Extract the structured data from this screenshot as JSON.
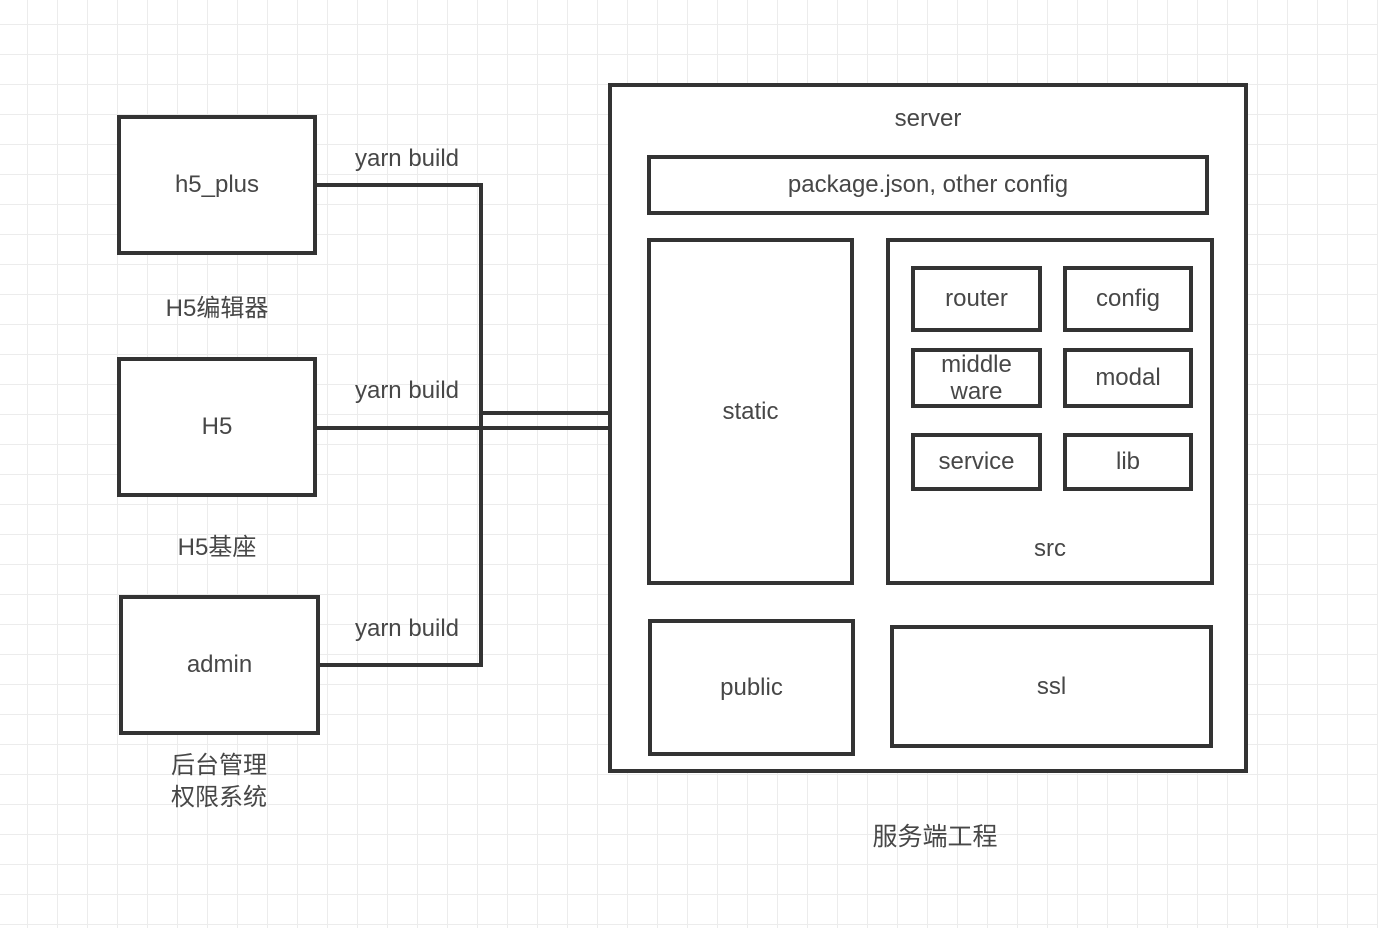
{
  "clients": {
    "h5_plus": {
      "label": "h5_plus",
      "caption": "H5编辑器",
      "edge_label": "yarn build"
    },
    "h5": {
      "label": "H5",
      "caption": "H5基座",
      "edge_label": "yarn build"
    },
    "admin": {
      "label": "admin",
      "caption": "后台管理\n权限系统",
      "edge_label": "yarn build"
    }
  },
  "server": {
    "title": "server",
    "package_box_label": "package.json, other config",
    "static_label": "static",
    "src": {
      "label": "src",
      "router": "router",
      "config": "config",
      "middleware": "middle ware",
      "modal": "modal",
      "service": "service",
      "lib": "lib"
    },
    "public_label": "public",
    "ssl_label": "ssl",
    "caption": "服务端工程"
  },
  "colors": {
    "stroke": "#333333",
    "text": "#474747",
    "grid": "#ececec",
    "background": "#ffffff"
  }
}
